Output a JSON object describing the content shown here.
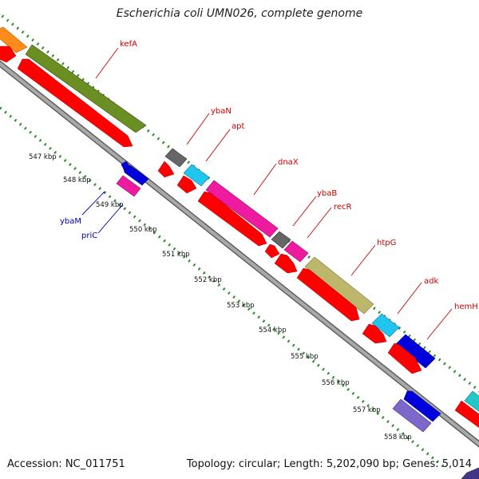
{
  "title": "Escherichia coli UMN026, complete genome",
  "footer": {
    "accession": "Accession: NC_011751",
    "summary": "Topology: circular; Length: 5,202,090 bp; Genes: 5,014"
  },
  "colors": {
    "backbone_fill": "#9a9a9a",
    "backbone_edge": "#555555",
    "tick_green": "#2e8b2e",
    "cds_red": "#ff0000",
    "label_red": "#cc0000",
    "label_blue": "#0000aa",
    "gene_olive": "#6b8e23",
    "gene_orange": "#ff8c1a",
    "gene_gray": "#666666",
    "gene_cyan": "#22c5ee",
    "gene_magenta": "#ee1aa0",
    "gene_khaki": "#bdb76b",
    "gene_blue": "#0000dd",
    "gene_slate": "#7b68c8",
    "gene_teal": "#20c8c8"
  },
  "kbp_ticks": [
    {
      "label": "547 kbp"
    },
    {
      "label": "548 kbp"
    },
    {
      "label": "549 kbp"
    },
    {
      "label": "550 kbp"
    },
    {
      "label": "551 kbp"
    },
    {
      "label": "552 kbp"
    },
    {
      "label": "553 kbp"
    },
    {
      "label": "554 kbp"
    },
    {
      "label": "555 kbp"
    },
    {
      "label": "556 kbp"
    },
    {
      "label": "557 kbp"
    },
    {
      "label": "558 kbp"
    }
  ],
  "genes_outer": [
    {
      "name": "kefA"
    },
    {
      "name": "ybaN"
    },
    {
      "name": "apt"
    },
    {
      "name": "dnaX"
    },
    {
      "name": "ybaB"
    },
    {
      "name": "recR"
    },
    {
      "name": "htpG"
    },
    {
      "name": "adk"
    },
    {
      "name": "hemH"
    }
  ],
  "genes_inner": [
    {
      "name": "ybaM"
    },
    {
      "name": "priC"
    }
  ]
}
